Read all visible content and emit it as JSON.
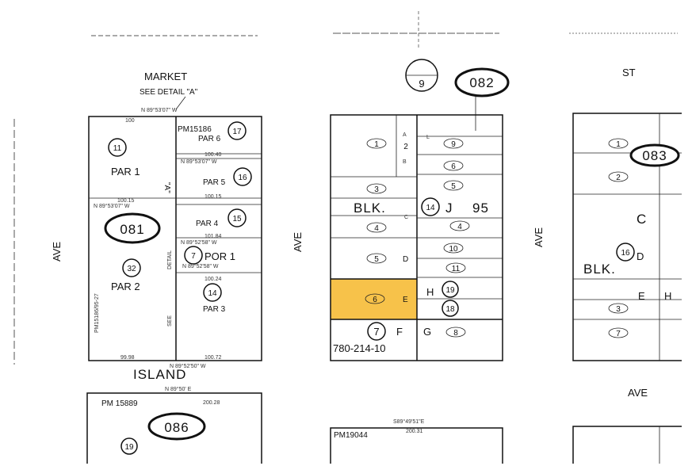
{
  "streets": {
    "market": "MARKET",
    "see_detail": "SEE DETAIL \"A\"",
    "st": "ST",
    "island": "ISLAND",
    "ave_left": "AVE",
    "ave_middle": "AVE",
    "ave_right": "AVE",
    "ave_bottom": "AVE"
  },
  "book_pages": {
    "left": "081",
    "center": "082",
    "right": "083",
    "bottom": "086"
  },
  "map_sheet": "9",
  "left_block": {
    "pm_top": "PM15186",
    "pm_side": "PM15186/95-27",
    "parcels": [
      {
        "num": "11",
        "label": "PAR 1"
      },
      {
        "num": "17",
        "label": "PAR 6"
      },
      {
        "num": "16",
        "label": "PAR 5"
      },
      {
        "num": "15",
        "label": "PAR 4"
      },
      {
        "num": "7",
        "label": "POR 1"
      },
      {
        "num": "32",
        "label": "PAR 2"
      },
      {
        "num": "14",
        "label": "PAR 3"
      }
    ],
    "detail_a": "\"A\"",
    "detail_label": "DETAIL",
    "see_label": "SEE",
    "bearings": [
      "N 89°53'07\" W",
      "N 89°53'07\" W",
      "N 89°53'07\" W",
      "N 89°52'58\" W",
      "N 89°52'58\" W",
      "N 89°52'50\" W"
    ],
    "dims": [
      "100",
      "100.15",
      "100.40",
      "100.15",
      "101.84",
      "100.24",
      "99.98",
      "100.72"
    ]
  },
  "center_block": {
    "blk_label": "BLK.",
    "blk_num": "95",
    "blk_letter": "J",
    "blk_parcel": "14",
    "lots_left": [
      "1",
      "2",
      "3",
      "4",
      "5",
      "6",
      "7"
    ],
    "lots_right": [
      "9",
      "6",
      "5",
      "4",
      "10",
      "11",
      "19",
      "18",
      "8"
    ],
    "letters": [
      "A",
      "B",
      "C",
      "D",
      "E",
      "F",
      "G",
      "H",
      "L"
    ],
    "highlighted_lot": "6",
    "ref": "780-214-10"
  },
  "right_block": {
    "blk_label": "BLK.",
    "letter": "C",
    "parcel": "16",
    "letter_d": "D",
    "letter_e": "E",
    "letter_h": "H",
    "lots": [
      "1",
      "2",
      "3",
      "7"
    ]
  },
  "bottom": {
    "pm_left": "PM 15889",
    "pm_center": "PM19044",
    "parcel": "19",
    "bearing_left": "N 89°50' E",
    "dim_left": "200.28",
    "bearing_center": "S89°49'51\"E",
    "dim_center": "200.31"
  },
  "colors": {
    "highlight": "#f7c24a",
    "ink": "#111111"
  }
}
